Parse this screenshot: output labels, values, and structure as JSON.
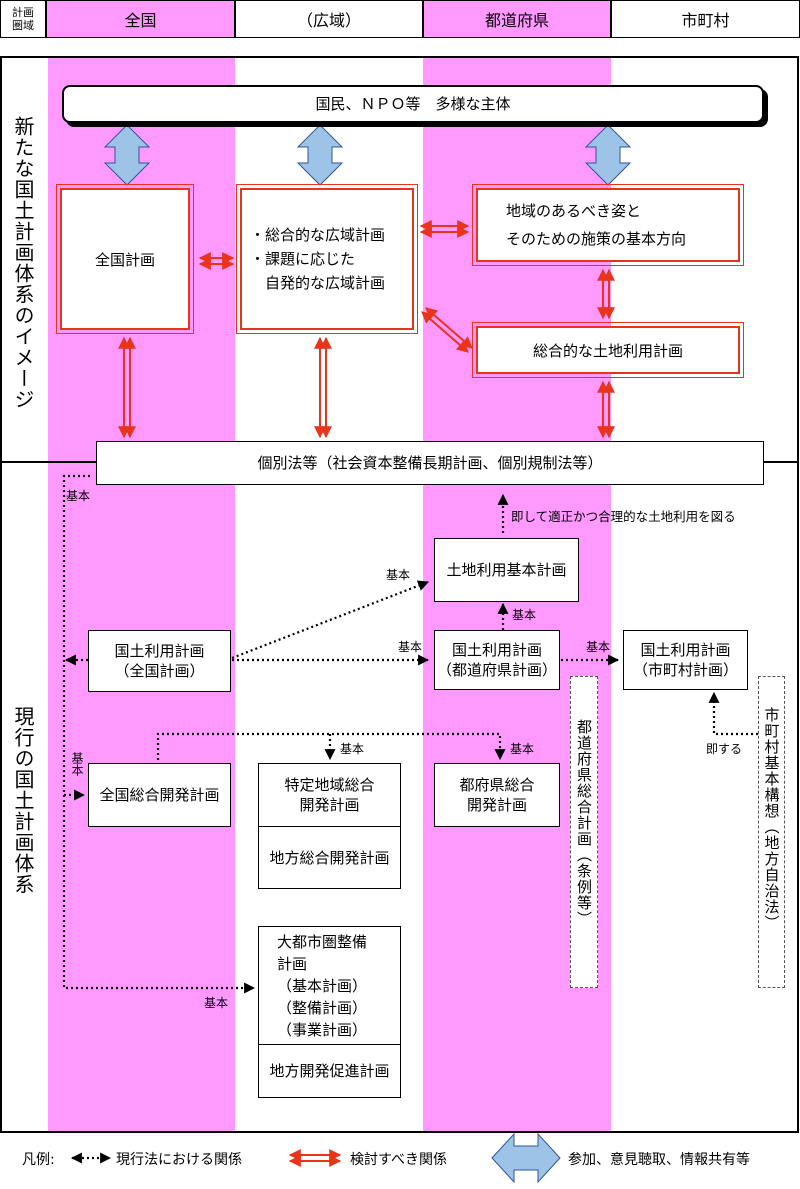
{
  "header": {
    "label": "計画\n圏域",
    "columns": [
      "全国",
      "（広域）",
      "都道府県",
      "市町村"
    ]
  },
  "sections": {
    "upper_label": "新たな国土計画体系のイメージ",
    "lower_label": "現行の国土計画体系"
  },
  "upper": {
    "actors": "国民、ＮＰＯ等　多様な主体",
    "national_plan": "全国計画",
    "wide_area_1": "・総合的な広域計画",
    "wide_area_2": "・課題に応じた",
    "wide_area_3": "　自発的な広域計画",
    "pref_vision_1": "地域のあるべき姿と",
    "pref_vision_2": "そのための施策の基本方向",
    "land_use_plan": "総合的な土地利用計画",
    "individual_laws": "個別法等（社会資本整備長期計画、個別規制法等）"
  },
  "lower": {
    "proper_land_use": "即して適正かつ合理的な土地利用を図る",
    "land_use_basic": "土地利用基本計画",
    "nat_land_use_1": "国土利用計画",
    "nat_land_use_2": "（全国計画）",
    "pref_land_use_1": "国土利用計画",
    "pref_land_use_2": "（都道府県計画）",
    "muni_land_use_1": "国土利用計画",
    "muni_land_use_2": "（市町村計画）",
    "comp_dev": "全国総合開発計画",
    "specific_area_1": "特定地域総合",
    "specific_area_2": "開発計画",
    "regional_comp": "地方総合開発計画",
    "pref_comp_dev_1": "都府県総合",
    "pref_comp_dev_2": "開発計画",
    "pref_comp_plan": "都道府県総合計画（条例等）",
    "muni_basic": "市町村基本構想（地方自治法）",
    "metro_1": "大都市圏整備",
    "metro_2": "計画",
    "metro_3": "（基本計画）",
    "metro_4": "（整備計画）",
    "metro_5": "（事業計画）",
    "regional_promo": "地方開発促進計画",
    "kihon": "基本",
    "sokusuru": "即する"
  },
  "legend": {
    "prefix": "凡例:",
    "current": "現行法における関係",
    "review": "検討すべき関係",
    "participation": "参加、意見聴取、情報共有等"
  },
  "colors": {
    "column_pink": "#ff99ff",
    "red": "#e8341a",
    "blue_arrow": "#9dc3e6"
  }
}
